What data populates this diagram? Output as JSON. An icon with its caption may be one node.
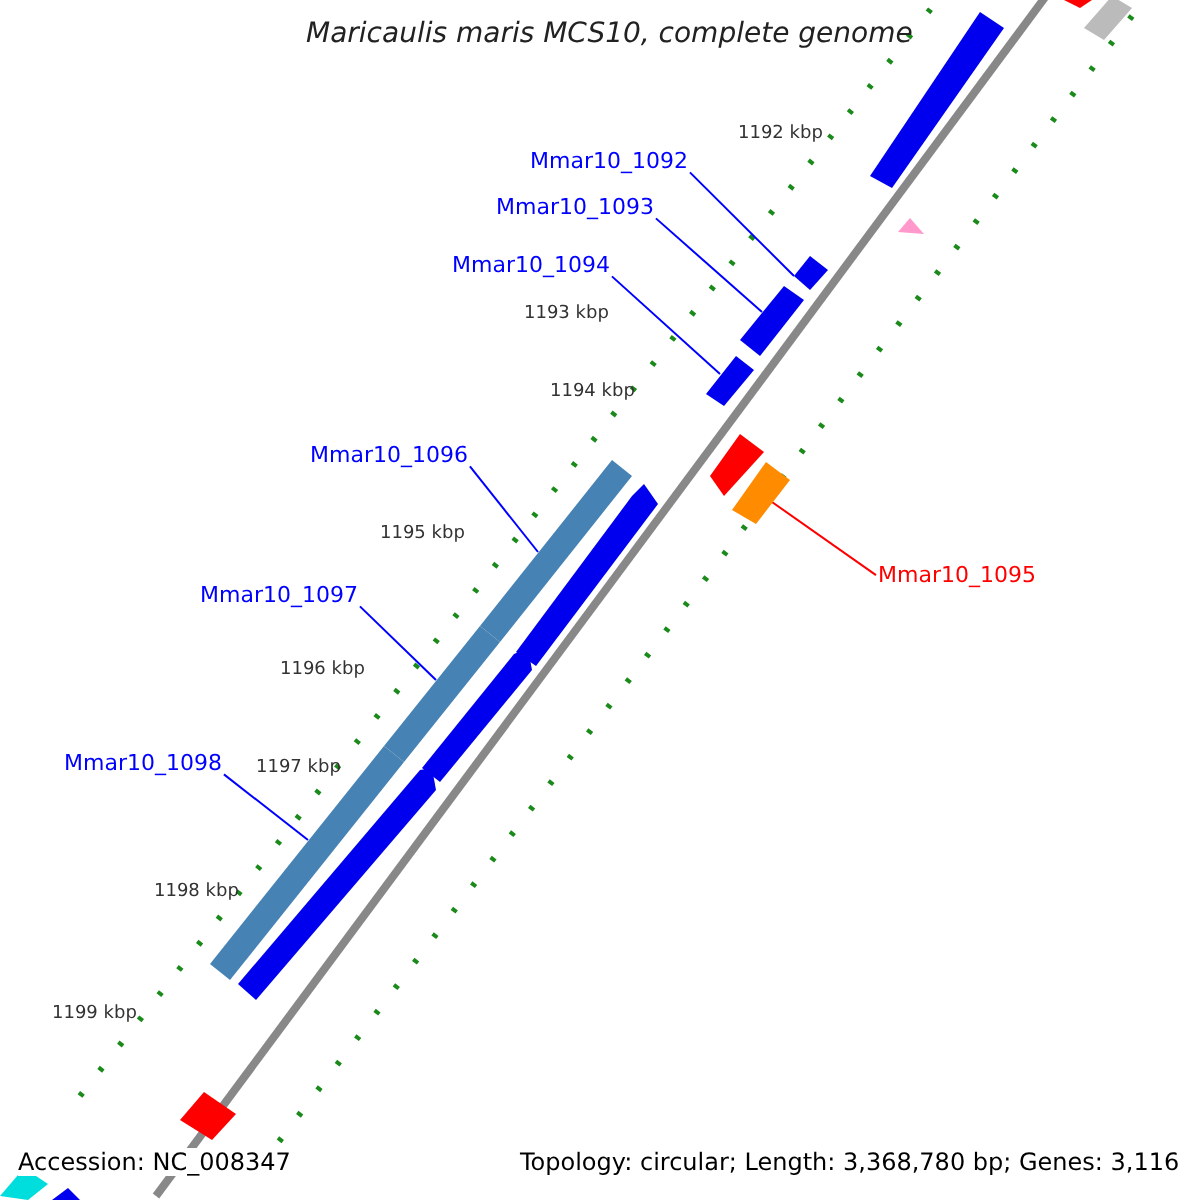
{
  "diagram": {
    "title": "Maricaulis maris MCS10, complete genome",
    "nodes": [
      {
        "text": [
          "Mmar10_1092"
        ]
      },
      {
        "text": [],
        "shape": "bar"
      },
      {
        "text": [
          "Mmar10_1093"
        ]
      },
      {
        "text": [],
        "shape": "bar"
      },
      {
        "text": [
          "Mmar10_1094"
        ]
      },
      {
        "text": [],
        "shape": "bar"
      },
      {
        "text": [
          "Mmar10_1095"
        ]
      },
      {
        "text": [],
        "shape": "bar"
      },
      {
        "text": [
          "Mmar10_1096"
        ]
      },
      {
        "text": [],
        "shape": "bar"
      },
      {
        "text": [
          "Mmar10_1097"
        ]
      },
      {
        "text": [],
        "shape": "bar"
      },
      {
        "text": [
          "Mmar10_1098"
        ]
      },
      {
        "text": [],
        "shape": "bar"
      },
      {
        "text": [],
        "shape": "bar"
      },
      {
        "text": [],
        "shape": "bar"
      }
    ],
    "edges": [
      {
        "from": 0,
        "to": 1,
        "arrow": "none"
      },
      {
        "from": 2,
        "to": 3,
        "arrow": "none"
      },
      {
        "from": 4,
        "to": 5,
        "arrow": "none"
      },
      {
        "from": 6,
        "to": 7,
        "arrow": "none",
        "color": "#ff0000"
      },
      {
        "from": 8,
        "to": 9,
        "arrow": "none"
      },
      {
        "from": 10,
        "to": 11,
        "arrow": "none"
      },
      {
        "from": 12,
        "to": 13,
        "arrow": "none"
      }
    ],
    "labels": [
      "1192 kbp",
      "1193 kbp",
      "1194 kbp",
      "1195 kbp",
      "1196 kbp",
      "1197 kbp",
      "1198 kbp",
      "1199 kbp",
      "Accession: NC_008347",
      "Topology: circular; Length: 3,368,780 bp; Genes: 3,116"
    ]
  }
}
